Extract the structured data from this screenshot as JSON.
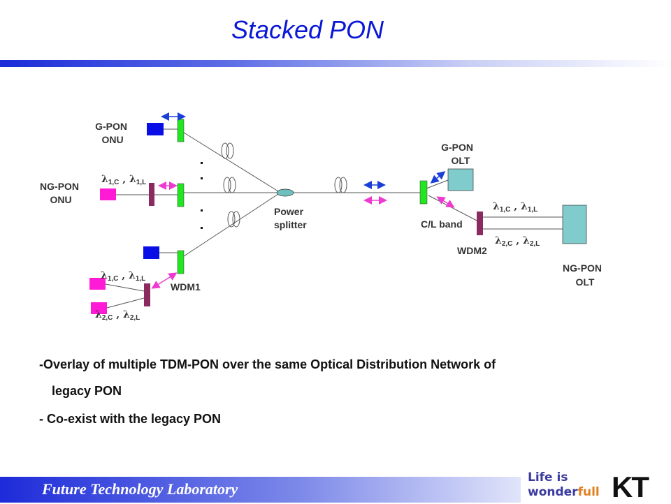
{
  "title": "Stacked PON",
  "diagram": {
    "labels": {
      "gpon_onu": [
        "G-PON",
        "ONU"
      ],
      "ngpon_onu": [
        "NG-PON",
        "ONU"
      ],
      "gpon_olt": [
        "G-PON",
        "OLT"
      ],
      "ngpon_olt": [
        "NG-PON",
        "OLT"
      ],
      "power_splitter": [
        "Power",
        "splitter"
      ],
      "wdm1": "WDM1",
      "wdm2": "WDM2",
      "cl_band": "C/L band"
    },
    "wavelengths": {
      "lambda": "λ",
      "l1c": "1,C",
      "l1l": "1,L",
      "l2c": "2,C",
      "l2l": "2,L",
      "sep": " , "
    },
    "colors": {
      "gpon_device": "#0a0ee6",
      "ngpon_device": "#ff1bd6",
      "filter": "#22e622",
      "wdm": "#8b2a5f",
      "olt_box": "#80cccc",
      "splitter": "#6fbfbf",
      "arrow_blue": "#1a3fd8",
      "arrow_magenta": "#ee3ad0"
    }
  },
  "notes": {
    "line1": "-Overlay of multiple TDM-PON over the same Optical Distribution Network of",
    "line1_cont": "legacy PON",
    "line2": "- Co-exist with the legacy PON"
  },
  "footer": {
    "lab": "Future Technology Laboratory",
    "slogan_line1": "Life is",
    "slogan_line2_a": "wonder",
    "slogan_line2_b": "full",
    "logo": "KT"
  }
}
